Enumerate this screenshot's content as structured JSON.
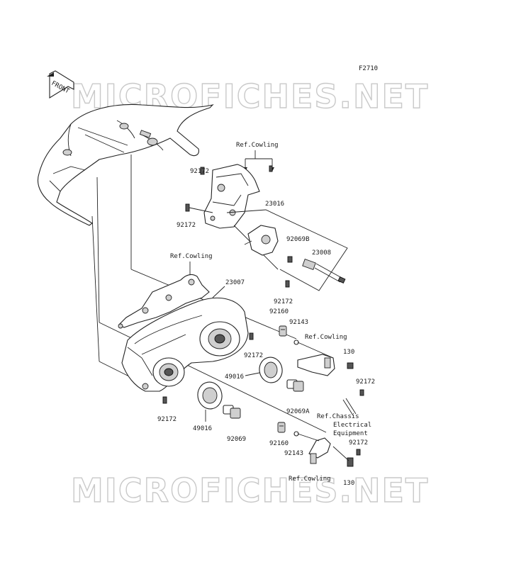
{
  "figure_id": "F2710",
  "direction": "FRONT",
  "watermark": "MICROFICHES.NET",
  "ref_cowling": "Ref.Cowling",
  "ref_chassis": [
    "Ref.Chassis",
    "Electrical",
    "Equipment"
  ],
  "parts": {
    "p23016": "23016",
    "p23008": "23008",
    "p23007": "23007",
    "p92069B": "92069B",
    "p92069A": "92069A",
    "p92069": "92069",
    "p92160": "92160",
    "p92143": "92143",
    "p92172": "92172",
    "p49016": "49016",
    "p130": "130"
  }
}
